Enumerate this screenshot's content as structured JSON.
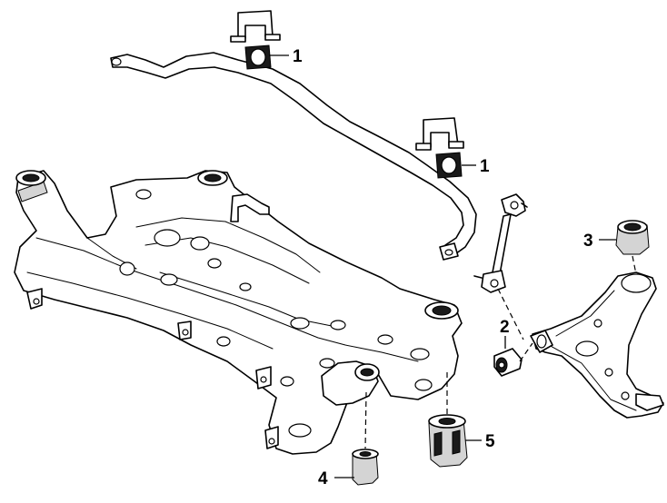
{
  "callouts": {
    "c1a": "1",
    "c1b": "1",
    "c2": "2",
    "c3": "3",
    "c4": "4",
    "c5": "5"
  },
  "parts": [
    {
      "id": "stabilizer-bar"
    },
    {
      "id": "stabilizer-bushing"
    },
    {
      "id": "stabilizer-link"
    },
    {
      "id": "lower-arm"
    },
    {
      "id": "front-subframe"
    }
  ]
}
